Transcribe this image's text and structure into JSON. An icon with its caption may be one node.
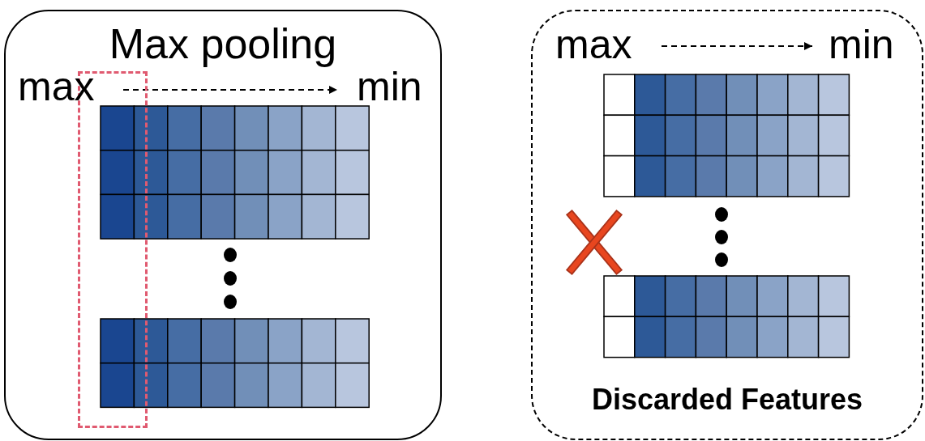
{
  "diagram": {
    "nodes": [
      {
        "text": [
          "Max pooling"
        ]
      },
      {
        "text": [],
        "shape": "box",
        "in": 0
      },
      {
        "text": [
          "Discarded Features"
        ]
      }
    ],
    "labels": [
      "max",
      "min",
      "max",
      "min"
    ]
  }
}
